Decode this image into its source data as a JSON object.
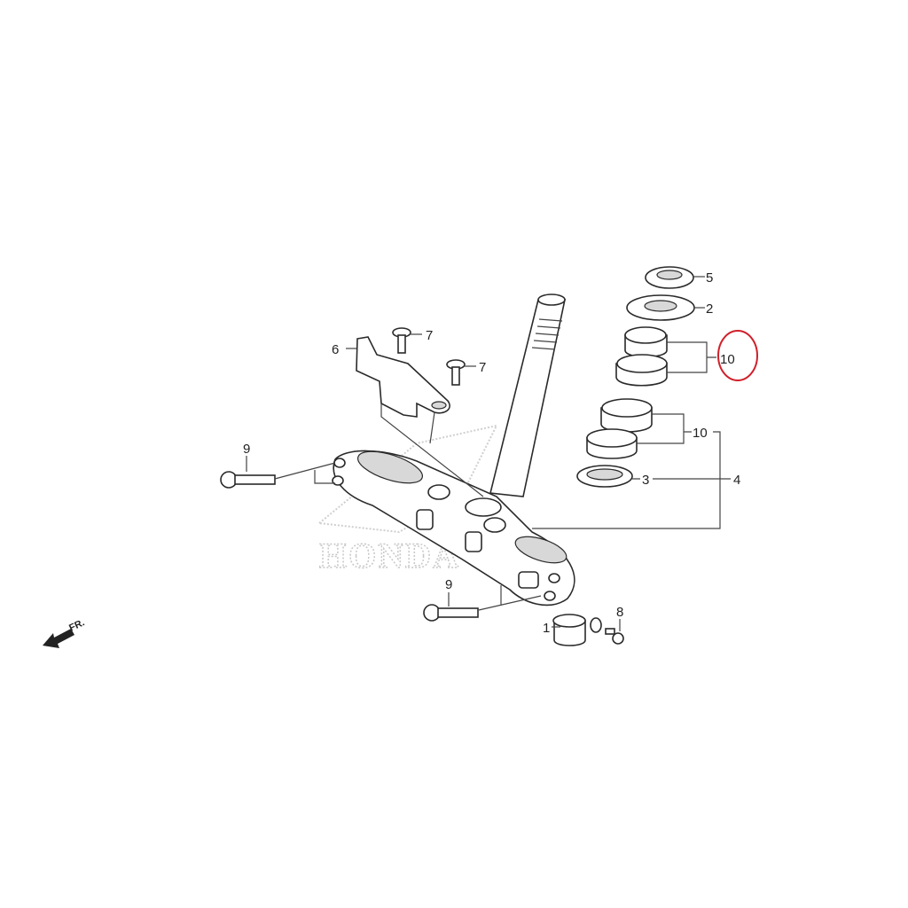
{
  "diagram": {
    "watermark": "HONDA",
    "direction_label": "FR.",
    "highlight_color": "#d0202a",
    "callouts": {
      "nut": "5",
      "washer": "2",
      "upper_bearing_set": "10",
      "lower_bearing_set": "10",
      "dust_seal": "3",
      "stem_assembly": "4",
      "bracket": "6",
      "screw_a": "7",
      "screw_b": "7",
      "bolt_left": "9",
      "bolt_lower": "9",
      "collar": "1",
      "small_bolt": "8"
    },
    "highlighted_callout": "upper_bearing_set"
  }
}
